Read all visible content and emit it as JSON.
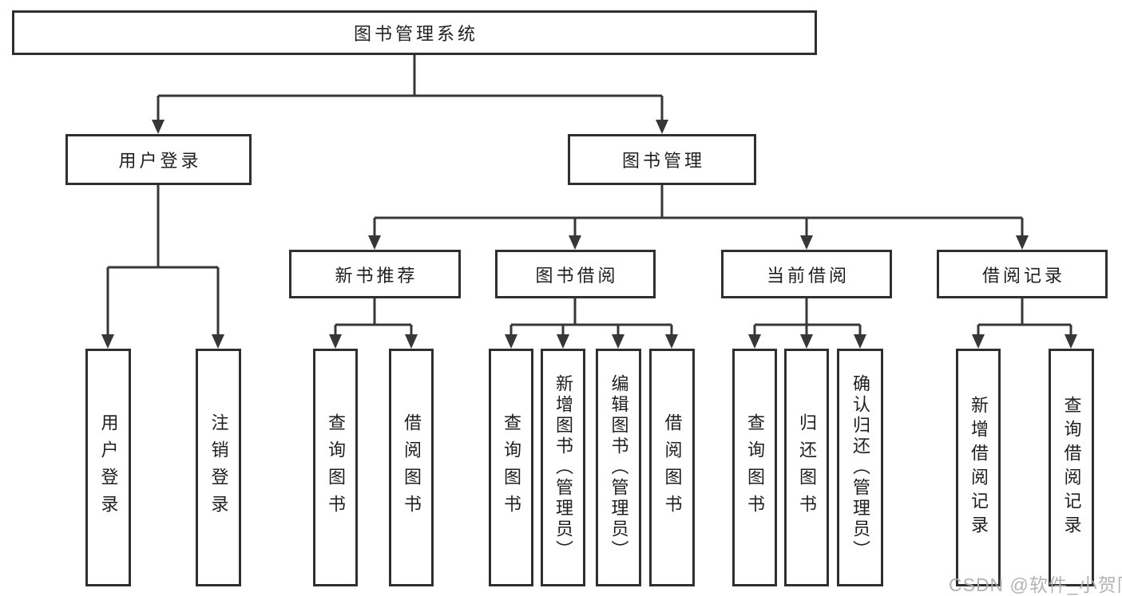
{
  "tree": {
    "label": "图书管理系统",
    "children": [
      {
        "label": "用户登录",
        "children": [
          {
            "label": "用户登录"
          },
          {
            "label": "注销登录"
          }
        ]
      },
      {
        "label": "图书管理",
        "children": [
          {
            "label": "新书推荐",
            "children": [
              {
                "label": "查询图书"
              },
              {
                "label": "借阅图书"
              }
            ]
          },
          {
            "label": "图书借阅",
            "children": [
              {
                "label": "查询图书"
              },
              {
                "label": "新增图书（管理员）"
              },
              {
                "label": "编辑图书（管理员）"
              },
              {
                "label": "借阅图书"
              }
            ]
          },
          {
            "label": "当前借阅",
            "children": [
              {
                "label": "查询图书"
              },
              {
                "label": "归还图书"
              },
              {
                "label": "确认归还（管理员）"
              }
            ]
          },
          {
            "label": "借阅记录",
            "children": [
              {
                "label": "新增借阅记录"
              },
              {
                "label": "查询借阅记录"
              }
            ]
          }
        ]
      }
    ]
  },
  "watermark": "CSDN @软件_小贺同学",
  "colors": {
    "background": "#ffffff",
    "box_border": "#2f2f2f",
    "line": "#373737",
    "text": "#1f1f1f",
    "watermark": "#acacac"
  }
}
